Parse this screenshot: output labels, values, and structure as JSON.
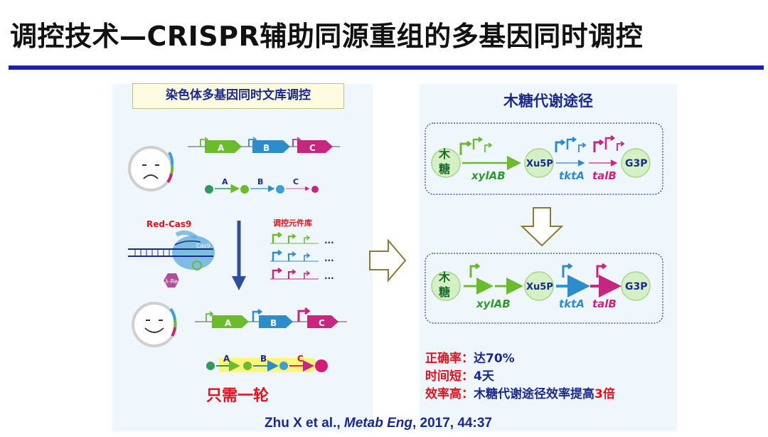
{
  "title": "调控技术—CRISPR辅助同源重组的多基因同时调控",
  "left_panel": {
    "header": "染色体多基因同时文库调控",
    "genes": [
      "A",
      "B",
      "C"
    ],
    "red_cas9_label": "Red-Cas9",
    "cas9_label": "Cas9",
    "lambda_red_label": "λ-Red",
    "library_label": "调控元件库",
    "ellipsis": "···",
    "result_label": "只需一轮"
  },
  "right_panel": {
    "header": "木糖代谢途径",
    "xylose": "木\n糖",
    "xylose_top": "木",
    "xylose_bottom": "糖",
    "xu5p": "Xu5P",
    "g3p": "G3P",
    "gene_xylab": "xylAB",
    "gene_tkta": "tktA",
    "gene_talb": "talB"
  },
  "stats": [
    {
      "label": "正确率：",
      "value": "达70%",
      "highlight": ""
    },
    {
      "label": "时间短：",
      "value": "4天",
      "highlight": ""
    },
    {
      "label": "效率高：",
      "value": "木糖代谢途径效率提高",
      "highlight": "3倍"
    }
  ],
  "citation": {
    "authors": "Zhu X et al., ",
    "journal": "Metab Eng",
    "rest": ", 2017, 44:37"
  },
  "colors": {
    "title_rule": "#1f1fb2",
    "gene_a": "#6cbb2c",
    "gene_b": "#2d8ccb",
    "gene_c": "#c8257f",
    "navy": "#1a2a8a",
    "red": "#e0101e"
  }
}
